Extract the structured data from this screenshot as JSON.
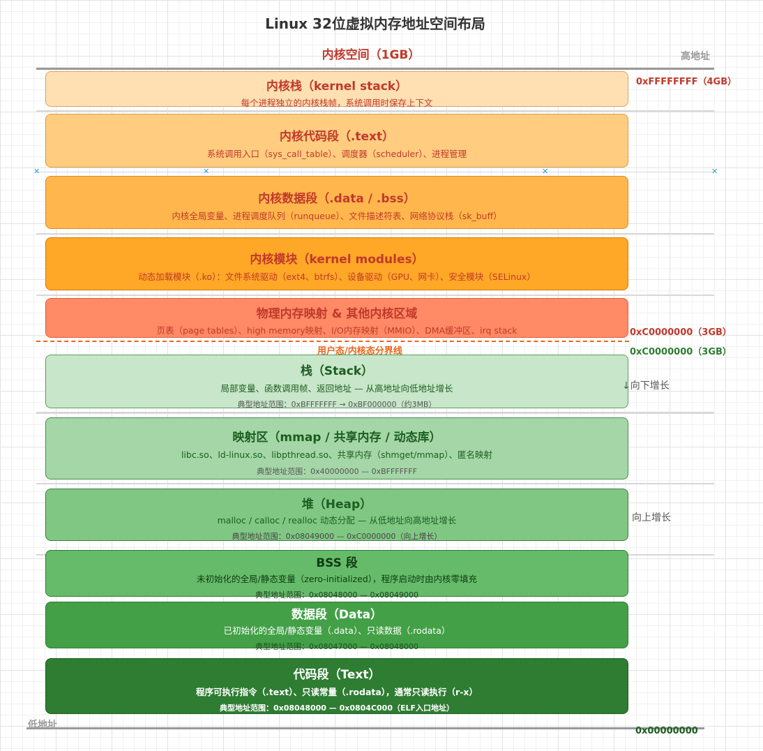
{
  "title": "Linux 32位虚拟内存地址空间布局",
  "kernel_space_label": "内核空间（1GB）",
  "high_address_label": "高地址",
  "low_address_label": "低地址",
  "addresses": {
    "top": "0xFFFFFFFF（4GB）",
    "kernel_bottom": "0xC0000000（3GB）",
    "user_top": "0xC0000000（3GB）",
    "bottom": "0x00000000"
  },
  "boundary_label": "用户态/内核态分界线",
  "growth": {
    "stack": "↓向下增长",
    "heap": "向上增长"
  },
  "kernel_blocks": [
    {
      "title": "内核栈（kernel stack）",
      "desc": "每个进程独立的内核栈帧，系统调用时保存上下文"
    },
    {
      "title": "内核代码段（.text）",
      "desc": "系统调用入口（sys_call_table）、调度器（scheduler）、进程管理"
    },
    {
      "title": "内核数据段（.data / .bss）",
      "desc": "内核全局变量、进程调度队列（runqueue）、文件描述符表、网络协议栈（sk_buff）"
    },
    {
      "title": "内核模块（kernel modules）",
      "desc": "动态加载模块（.ko）：文件系统驱动（ext4、btrfs）、设备驱动（GPU、网卡）、安全模块（SELinux）"
    },
    {
      "title": "物理内存映射 & 其他内核区域",
      "desc": "页表（page tables）、high memory映射、I/O内存映射（MMIO）、DMA缓冲区、irq stack"
    }
  ],
  "user_blocks": [
    {
      "title": "栈（Stack）",
      "desc": "局部变量、函数调用帧、返回地址 — 从高地址向低地址增长",
      "range": "典型地址范围：0xBFFFFFFF → 0xBF000000（约3MB）"
    },
    {
      "title": "映射区（mmap / 共享内存 / 动态库）",
      "desc": "libc.so、ld-linux.so、libpthread.so、共享内存（shmget/mmap）、匿名映射",
      "range": "典型地址范围：0x40000000 — 0xBFFFFFFF"
    },
    {
      "title": "堆（Heap）",
      "desc": "malloc / calloc / realloc 动态分配 — 从低地址向高地址增长",
      "range": "典型地址范围：0x08049000 — 0xC0000000（向上增长）"
    },
    {
      "title": "BSS 段",
      "desc": "未初始化的全局/静态变量（zero-initialized），程序启动时由内核零填充",
      "range": "典型地址范围：0x08048000 — 0x08049000"
    },
    {
      "title": "数据段（Data）",
      "desc": "已初始化的全局/静态变量（.data）、只读数据（.rodata）",
      "range": "典型地址范围：0x08047000 — 0x08048000"
    },
    {
      "title": "代码段（Text）",
      "desc": "程序可执行指令（.text）、只读常量（.rodata），通常只读执行（r-x）",
      "range": "典型地址范围：0x08048000 — 0x0804C000（ELF入口地址）"
    }
  ],
  "colors": {
    "kernel_text": "#c0392b",
    "user_top_addr": "#2e7d32",
    "bottom_addr": "#1b5e20",
    "boundary": "#e8651a"
  }
}
